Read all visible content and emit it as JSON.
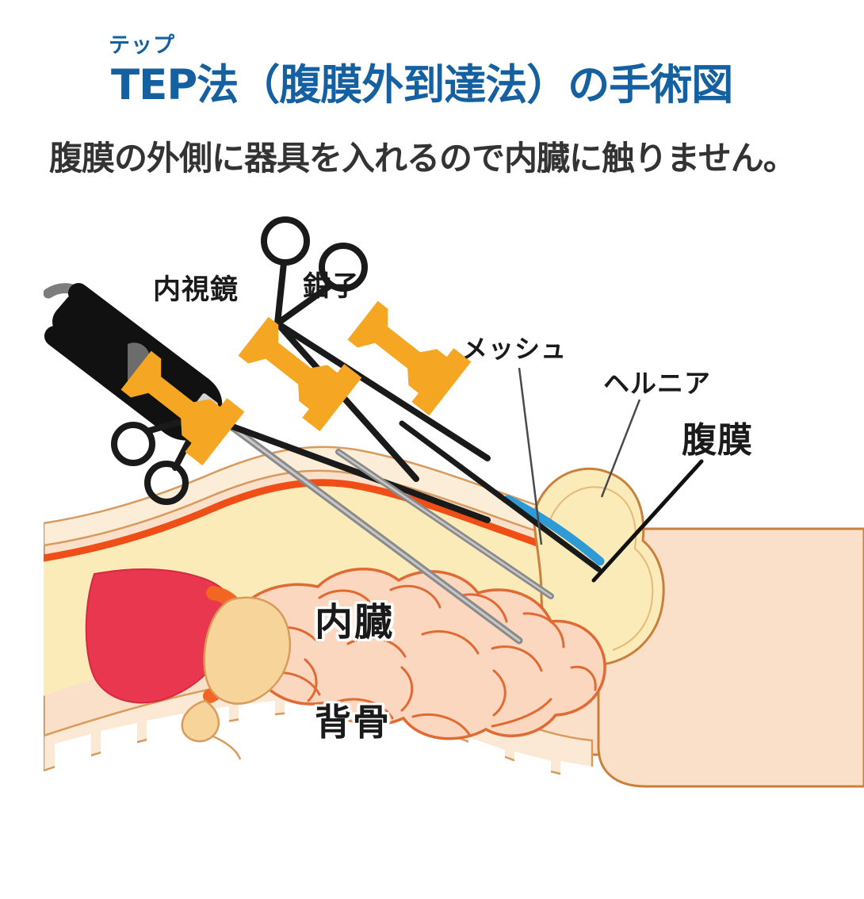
{
  "heading": {
    "ruby": "テップ",
    "title": "TEP法（腹膜外到達法）の手術図",
    "subtitle": "腹膜の外側に器具を入れるので内臓に触りません。",
    "title_color": "#1560A0",
    "subtitle_color": "#333333"
  },
  "figure": {
    "alt": "TEP法（腹膜外到達法）の手術図",
    "labels": {
      "endoscope": "内視鏡",
      "forceps": "鉗子",
      "mesh": "メッシュ",
      "hernia": "ヘルニア",
      "peritoneum": "腹膜",
      "organs": "内臓",
      "spine": "背骨"
    },
    "colors": {
      "skin": "#FADFC9",
      "skin_outline": "#C8803C",
      "fat_layer": "#FBEDD8",
      "muscle_cream": "#FAEBB8",
      "peritoneum_line": "#F04E17",
      "intestine_fill": "#FAD7BE",
      "intestine_outline": "#E06A33",
      "liver": "#E8374E",
      "stomach": "#F6D49A",
      "pancreas": "#F26522",
      "spine_bone": "#FFFFFF",
      "trocar": "#F5A623",
      "trocar_light": "#FBBF3E",
      "endoscope_body": "#111111",
      "endoscope_shaft": "#7D7D7D",
      "mesh_line": "#2F9BD4",
      "leader_line": "#1A1A1A"
    },
    "instrument_count": 3
  }
}
